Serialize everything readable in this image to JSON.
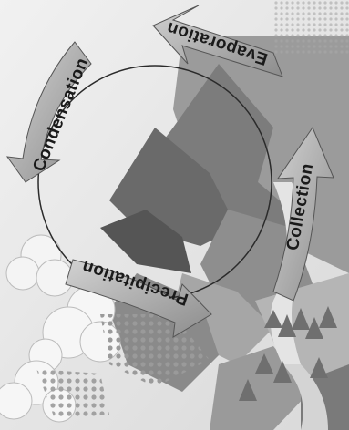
{
  "diagram": {
    "stages": {
      "evaporation": "Evaporation",
      "condensation": "Condensation",
      "precipitation": "Precipitation",
      "collection": "Collection"
    }
  }
}
